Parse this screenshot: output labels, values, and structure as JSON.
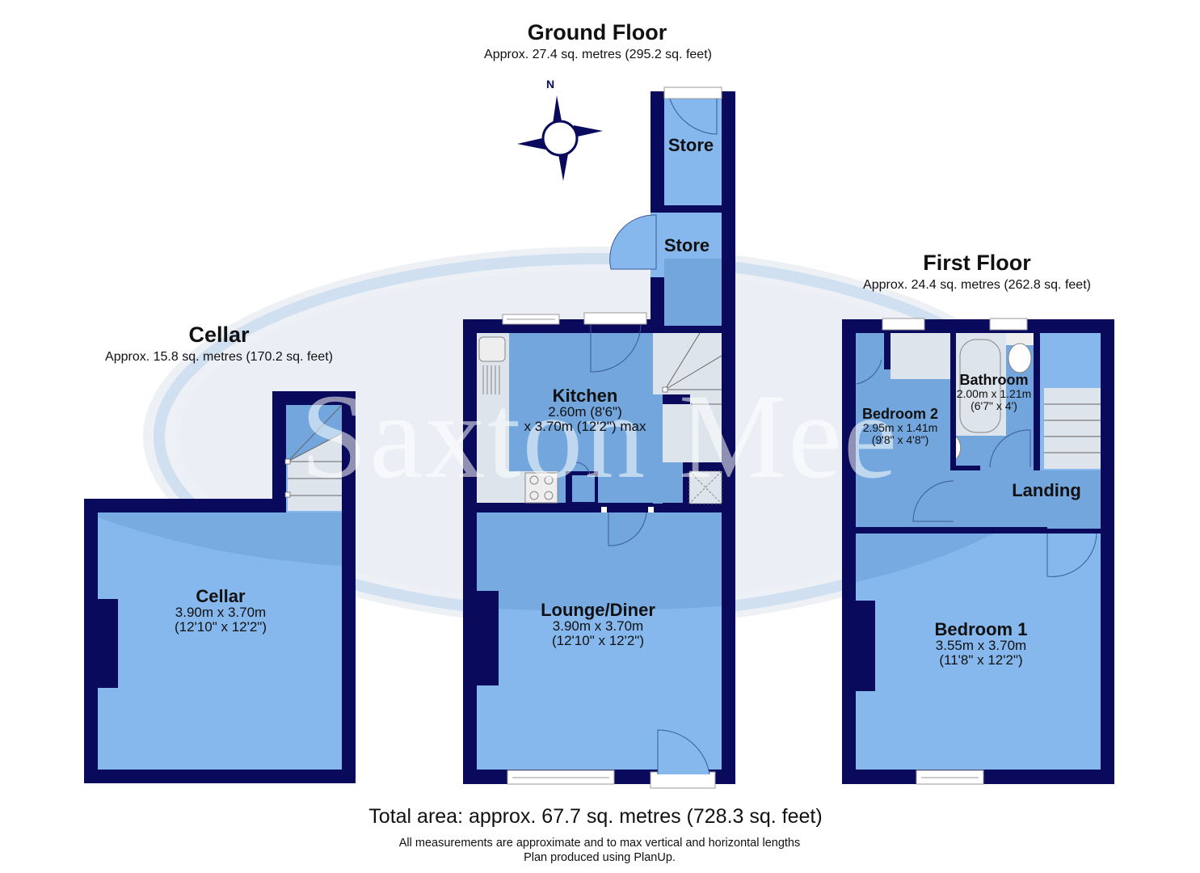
{
  "colors": {
    "wall": "#0a0a5c",
    "room_fill": "#86b8ee",
    "room_fill_shaded": "#72a6dc",
    "fixture_fill": "#dde4ec",
    "watermark_ring": "#c9dcef",
    "text": "#111111"
  },
  "watermark": {
    "text": "Saxton Mee"
  },
  "compass": {
    "north_label": "N"
  },
  "floors": {
    "ground": {
      "title": "Ground Floor",
      "area": "Approx. 27.4 sq. metres (295.2 sq. feet)",
      "rooms": {
        "store_upper": {
          "name": "Store"
        },
        "store_lower": {
          "name": "Store"
        },
        "kitchen": {
          "name": "Kitchen",
          "dim1": "2.60m (8'6\")",
          "dim2": "x 3.70m (12'2\") max"
        },
        "lounge": {
          "name": "Lounge/Diner",
          "dim1": "3.90m x 3.70m",
          "dim2": "(12'10\" x 12'2\")"
        }
      }
    },
    "cellar": {
      "title": "Cellar",
      "area": "Approx. 15.8 sq. metres (170.2 sq. feet)",
      "rooms": {
        "cellar": {
          "name": "Cellar",
          "dim1": "3.90m x 3.70m",
          "dim2": "(12'10\" x 12'2\")"
        }
      }
    },
    "first": {
      "title": "First Floor",
      "area": "Approx. 24.4 sq. metres (262.8 sq. feet)",
      "rooms": {
        "bathroom": {
          "name": "Bathroom",
          "dim1": "2.00m x 1.21m",
          "dim2": "(6'7\" x 4')"
        },
        "bedroom2": {
          "name": "Bedroom 2",
          "dim1": "2.95m x 1.41m",
          "dim2": "(9'8\" x 4'8\")"
        },
        "landing": {
          "name": "Landing"
        },
        "bedroom1": {
          "name": "Bedroom 1",
          "dim1": "3.55m x 3.70m",
          "dim2": "(11'8\" x 12'2\")"
        }
      }
    }
  },
  "footer": {
    "total": "Total area: approx. 67.7 sq. metres (728.3 sq. feet)",
    "note1": "All measurements are approximate and to max vertical and horizontal lengths",
    "note2": "Plan produced using PlanUp."
  }
}
